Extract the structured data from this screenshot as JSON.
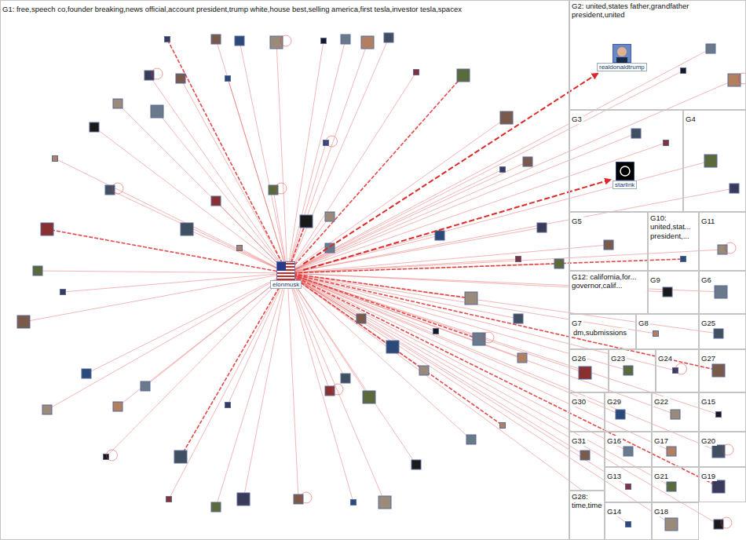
{
  "diagram": {
    "nodes": [
      {
        "text": [
          "G1: free,speech co,founder breaking,news official,account president,trump white,house best,selling america,first tesla,investor tesla,spacex"
        ]
      },
      {
        "text": [
          "elonmusk"
        ],
        "in": 0
      },
      {
        "text": [
          "G2: united,states father,grandfather president,united"
        ]
      },
      {
        "text": [
          "realdonaldtrump"
        ],
        "in": 2
      },
      {
        "text": [
          "G3"
        ]
      },
      {
        "text": [
          "starlink"
        ],
        "in": 4
      },
      {
        "text": [
          "G4"
        ]
      },
      {
        "text": [
          "G5"
        ]
      },
      {
        "text": [
          "G10: united,stat... president,..."
        ]
      },
      {
        "text": [
          "G11"
        ]
      },
      {
        "text": [
          "G12: california,for... governor,calif..."
        ]
      },
      {
        "text": [
          "G9"
        ]
      },
      {
        "text": [
          "G6"
        ]
      },
      {
        "text": [
          "G7"
        ]
      },
      {
        "text": [
          "G8"
        ]
      },
      {
        "text": [
          "G25"
        ]
      },
      {
        "text": [
          "G26"
        ]
      },
      {
        "text": [
          "G23"
        ]
      },
      {
        "text": [
          "G24"
        ]
      },
      {
        "text": [
          "G27"
        ]
      },
      {
        "text": [
          "G30"
        ]
      },
      {
        "text": [
          "G29"
        ]
      },
      {
        "text": [
          "G22"
        ]
      },
      {
        "text": [
          "G15"
        ]
      },
      {
        "text": [
          "G31"
        ]
      },
      {
        "text": [
          "G16"
        ]
      },
      {
        "text": [
          "G17"
        ]
      },
      {
        "text": [
          "G20"
        ]
      },
      {
        "text": [
          "G13"
        ]
      },
      {
        "text": [
          "G21"
        ]
      },
      {
        "text": [
          "G19"
        ]
      },
      {
        "text": [
          "G28: time,time"
        ]
      },
      {
        "text": [
          "G14"
        ]
      },
      {
        "text": [
          "G18"
        ]
      }
    ],
    "edges": [
      {
        "from": 1,
        "to": 3,
        "arrow": "to"
      },
      {
        "from": 1,
        "to": 5,
        "arrow": "to"
      }
    ],
    "labels": [
      "dm,submissions"
    ]
  }
}
